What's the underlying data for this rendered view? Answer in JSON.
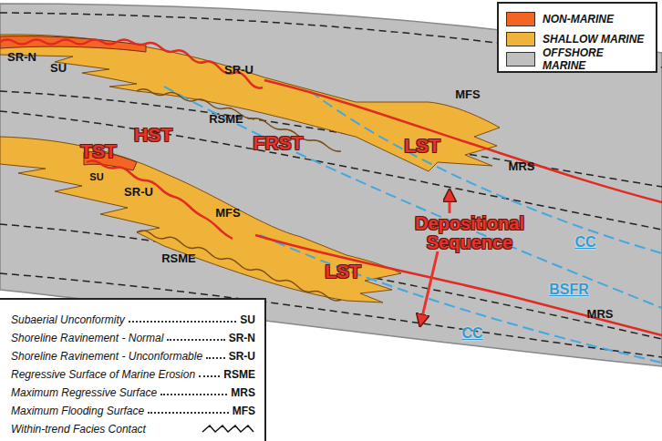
{
  "diagram": {
    "labels": [
      "SR-N",
      "SU",
      "SR-U",
      "RSME",
      "HST",
      "FRST",
      "LST",
      "MFS",
      "MRS",
      "TST",
      "SU",
      "SR-U",
      "MFS",
      "RSME",
      "LST",
      "Depositional Sequence",
      "CC",
      "BSFR",
      "CC",
      "MRS",
      "SU",
      "SR-N",
      "SR-U",
      "RSME",
      "MRS",
      "MFS"
    ],
    "legend": [
      {
        "text": "NON-MARINE",
        "color": "#f26522"
      },
      {
        "text": "SHALLOW MARINE",
        "color": "#f0b33a"
      },
      {
        "text": "OFFSHORE MARINE",
        "color": "#bfbfc0"
      },
      {
        "text": "Subaerial Unconformity"
      },
      {
        "text": "Shoreline Ravinement - Normal"
      },
      {
        "text": "Shoreline Ravinement - Unconformable"
      },
      {
        "text": "Regressive Surface of Marine Erosion"
      },
      {
        "text": "Maximum Regressive Surface"
      },
      {
        "text": "Maximum Flooding Surface"
      },
      {
        "text": "Within-trend Facies Contact"
      }
    ]
  }
}
